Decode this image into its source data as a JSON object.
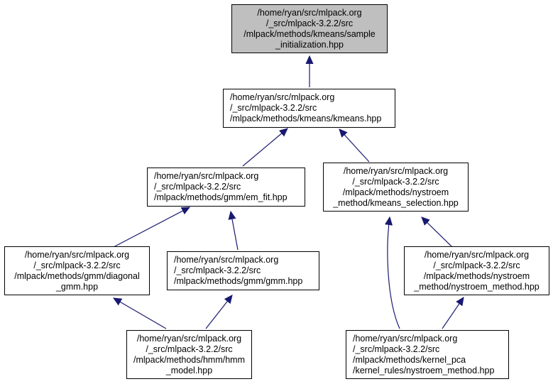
{
  "colors": {
    "edge": "#191970",
    "root_fill": "#bfbfbf",
    "node_fill": "#ffffff",
    "border": "#000000"
  },
  "nodes": {
    "sample_initialization": [
      "/home/ryan/src/mlpack.org",
      "/_src/mlpack-3.2.2/src",
      "/mlpack/methods/kmeans/sample",
      "_initialization.hpp"
    ],
    "kmeans": [
      "/home/ryan/src/mlpack.org",
      "/_src/mlpack-3.2.2/src",
      "/mlpack/methods/kmeans/kmeans.hpp"
    ],
    "em_fit": [
      "/home/ryan/src/mlpack.org",
      "/_src/mlpack-3.2.2/src",
      "/mlpack/methods/gmm/em_fit.hpp"
    ],
    "kmeans_selection": [
      "/home/ryan/src/mlpack.org",
      "/_src/mlpack-3.2.2/src",
      "/mlpack/methods/nystroem",
      "_method/kmeans_selection.hpp"
    ],
    "diagonal_gmm": [
      "/home/ryan/src/mlpack.org",
      "/_src/mlpack-3.2.2/src",
      "/mlpack/methods/gmm/diagonal",
      "_gmm.hpp"
    ],
    "gmm": [
      "/home/ryan/src/mlpack.org",
      "/_src/mlpack-3.2.2/src",
      "/mlpack/methods/gmm/gmm.hpp"
    ],
    "nystroem_method": [
      "/home/ryan/src/mlpack.org",
      "/_src/mlpack-3.2.2/src",
      "/mlpack/methods/nystroem",
      "_method/nystroem_method.hpp"
    ],
    "hmm_model": [
      "/home/ryan/src/mlpack.org",
      "/_src/mlpack-3.2.2/src",
      "/mlpack/methods/hmm/hmm",
      "_model.hpp"
    ],
    "kernel_rules_nystroem": [
      "/home/ryan/src/mlpack.org",
      "/_src/mlpack-3.2.2/src",
      "/mlpack/methods/kernel_pca",
      "/kernel_rules/nystroem_method.hpp"
    ]
  }
}
